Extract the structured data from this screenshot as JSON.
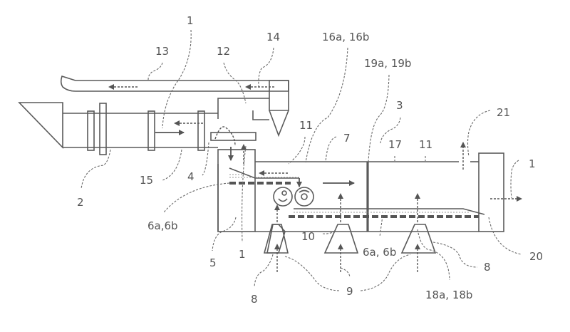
{
  "figure": {
    "type": "patent schematic",
    "description": "Process plant schematic: rotary kiln feeding a chamber with conveyor grate, rollers, fans and discharge"
  },
  "labels": {
    "l1_top": "1",
    "l13": "13",
    "l12": "12",
    "l14": "14",
    "l16": "16a, 16b",
    "l19": "19a, 19b",
    "l3": "3",
    "l21": "21",
    "l11_left": "11",
    "l7": "7",
    "l17": "17",
    "l11_right": "11",
    "l1_right": "1",
    "l2": "2",
    "l15": "15",
    "l4": "4",
    "l6ab_left": "6a,6b",
    "l5": "5",
    "l1_bottom": "1",
    "l10": "10",
    "l6ab_mid": "6a, 6b",
    "l8_left": "8",
    "l9": "9",
    "l18": "18a, 18b",
    "l8_right": "8",
    "l20": "20"
  },
  "colors": {
    "line": "#5a5a5a",
    "text": "#555555",
    "background": "#ffffff"
  }
}
